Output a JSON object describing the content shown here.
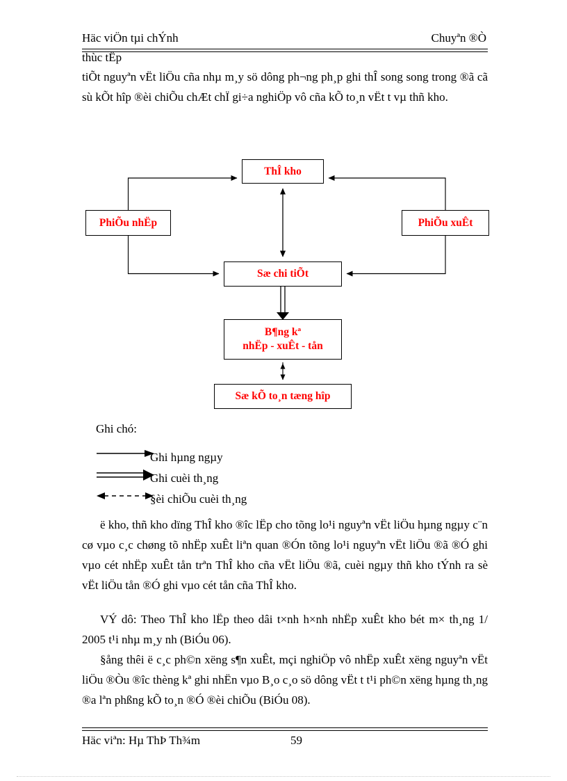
{
  "header": {
    "left": "Häc viÖn tµi chÝnh",
    "right": "Chuyªn ®Ò",
    "continuation": "thùc tËp"
  },
  "body": {
    "intro": "tiÕt nguyªn vËt liÖu cña nhµ m¸y sö dông ph­¬ng  ph¸p ghi thÎ song song trong ®ã cã sù kÕt hîp ®èi chiÕu chÆt chÏ gi÷a nghiÖp vô cña kÕ to¸n vËt t vµ thñ kho.",
    "para1": "ë kho, thñ kho dïng ThÎ kho ®îc  lËp cho tõng lo¹i nguyªn vËt liÖu hµng ngµy c¨n cø vµo c¸c chøng tõ nhËp xuÊt liªn  quan ®Ón tõng lo¹i nguyªn vËt liÖu ®ã ®Ó ghi vµo cét nhËp xuÊt tån trªn ThÎ kho cña vËt liÖu ®ã, cuèi ngµy thñ kho tÝnh ra sè vËt liÖu tån ®Ó ghi vµo cét tån cña ThÎ kho.",
    "para2": "VÝ dô: Theo ThÎ kho lËp theo dâi t×nh h×nh nhËp xuÊt kho bét m× th¸ng 1/ 2005 t¹i nhµ m¸y nh  (BiÓu 06).",
    "para3": "§ång thêi ë c¸c ph©n xëng  s¶n xuÊt, mçi nghiÖp vô nhËp xuÊt xëng nguyªn vËt liÖu ®Òu ®îc  thèng kª ghi nhËn vµo B¸o c¸o sö dông vËt t  t¹i ph©n xëng  hµng th¸ng ®a  lªn phßng kÕ to¸n ®Ó ®èi chiÕu (BiÓu 08)."
  },
  "diagram": {
    "boxes": {
      "the_kho": "ThÎ kho",
      "phieu_nhap": "PhiÕu nhËp",
      "phieu_xuat": "PhiÕu xuÊt",
      "so_chi_tiet": "Sæ chi tiÕt",
      "bang_ke_line1": "B¶ng kª",
      "bang_ke_line2": "nhËp - xuÊt - tån",
      "so_ke_toan_tong_hop": "Sæ kÕ to¸n tæng hîp"
    },
    "text_color": "#ff0000",
    "line_color": "#000000"
  },
  "legend": {
    "title": "Ghi chó:",
    "items": [
      {
        "glyph": "single-arrow",
        "label": "Ghi hµng ngµy"
      },
      {
        "glyph": "double-arrow",
        "label": "Ghi cuèi th¸ng"
      },
      {
        "glyph": "dashed-double-headed-arrow",
        "label": "§èi chiÕu cuèi th¸ng"
      }
    ]
  },
  "footer": {
    "left": "Häc viªn: Hµ ThÞ Th¾m",
    "page_number": "59"
  }
}
